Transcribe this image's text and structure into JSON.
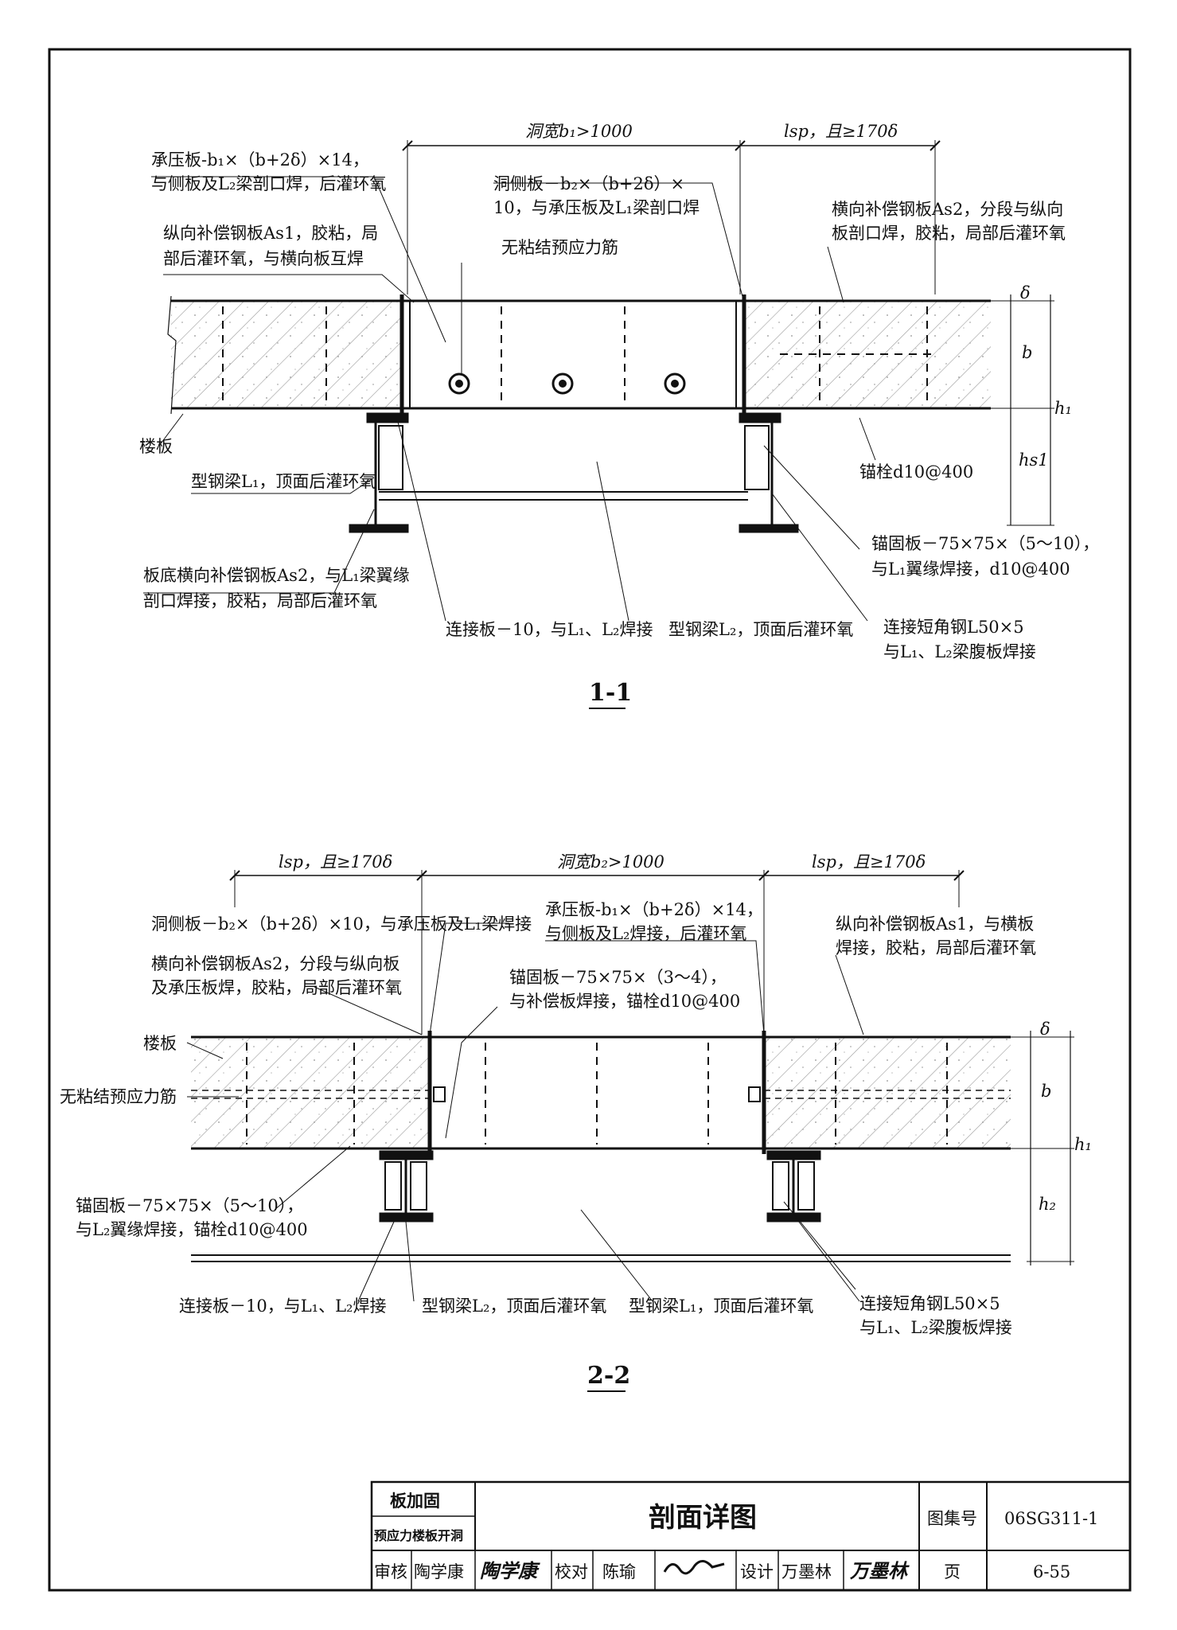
{
  "section1": {
    "title": "1-1",
    "dims": {
      "hole_width": "洞宽b₁>1000",
      "lsp": "lsp，且≥170δ",
      "delta": "δ",
      "b": "b",
      "h1": "h₁",
      "hs1": "hs1"
    },
    "labels": {
      "bearing_plate": [
        "承压板-b₁×（b+2δ）×14，",
        "与侧板及L₂梁剖口焊，后灌环氧"
      ],
      "hole_side_plate": [
        "洞侧板－b₂×（b+2δ）×",
        "10，与承压板及L₁梁剖口焊"
      ],
      "long_comp_plate": [
        "纵向补偿钢板As1，胶粘，局",
        "部后灌环氧，与横向板互焊"
      ],
      "unbonded_tendon": "无粘结预应力筋",
      "trans_comp_plate": [
        "横向补偿钢板As2，分段与纵向",
        "板剖口焊，胶粘，局部后灌环氧"
      ],
      "slab": "楼板",
      "anchor_bolt": "锚栓d10@400",
      "steel_beam_L1": "型钢梁L₁，顶面后灌环氧",
      "anchor_plate": [
        "锚固板－75×75×（5～10），",
        "与L₁翼缘焊接，d10@400"
      ],
      "bottom_trans_plate": [
        "板底横向补偿钢板As2，与L₁梁翼缘",
        "剖口焊接，胶粘，局部后灌环氧"
      ],
      "connect_plate": "连接板－10，与L₁、L₂焊接",
      "steel_beam_L2": "型钢梁L₂，顶面后灌环氧",
      "short_angle": [
        "连接短角钢L50×5",
        "与L₁、L₂梁腹板焊接"
      ]
    }
  },
  "section2": {
    "title": "2-2",
    "dims": {
      "lsp_left": "lsp，且≥170δ",
      "hole_width": "洞宽b₂>1000",
      "lsp_right": "lsp，且≥170δ",
      "delta": "δ",
      "b": "b",
      "h1": "h₁",
      "h2": "h₂"
    },
    "labels": {
      "hole_side_plate": "洞侧板－b₂×（b+2δ）×10，与承压板及L₁梁焊接",
      "bearing_plate": [
        "承压板-b₁×（b+2δ）×14，",
        "与侧板及L₂焊接，后灌环氧"
      ],
      "long_comp_plate": [
        "纵向补偿钢板As1，与横板",
        "焊接，胶粘，局部后灌环氧"
      ],
      "trans_comp_plate": [
        "横向补偿钢板As2，分段与纵向板",
        "及承压板焊，胶粘，局部后灌环氧"
      ],
      "anchor_plate_top": [
        "锚固板－75×75×（3～4），",
        "与补偿板焊接，锚栓d10@400"
      ],
      "slab": "楼板",
      "unbonded_tendon": "无粘结预应力筋",
      "anchor_plate": [
        "锚固板－75×75×（5～10），",
        "与L₂翼缘焊接，锚栓d10@400"
      ],
      "connect_plate": "连接板－10，与L₁、L₂焊接",
      "steel_beam_L2": "型钢梁L₂，顶面后灌环氧",
      "steel_beam_L1": "型钢梁L₁，顶面后灌环氧",
      "short_angle": [
        "连接短角钢L50×5",
        "与L₁、L₂梁腹板焊接"
      ]
    }
  },
  "title_block": {
    "category": "板加固",
    "subcategory": "预应力楼板开洞",
    "drawing_title": "剖面详图",
    "atlas_label": "图集号",
    "atlas_no": "06SG311-1",
    "review_label": "审核",
    "reviewer": "陶学康",
    "check_label": "校对",
    "checker": "陈瑜",
    "design_label": "设计",
    "designer": "万墨林",
    "page_label": "页",
    "page_no": "6-55"
  }
}
